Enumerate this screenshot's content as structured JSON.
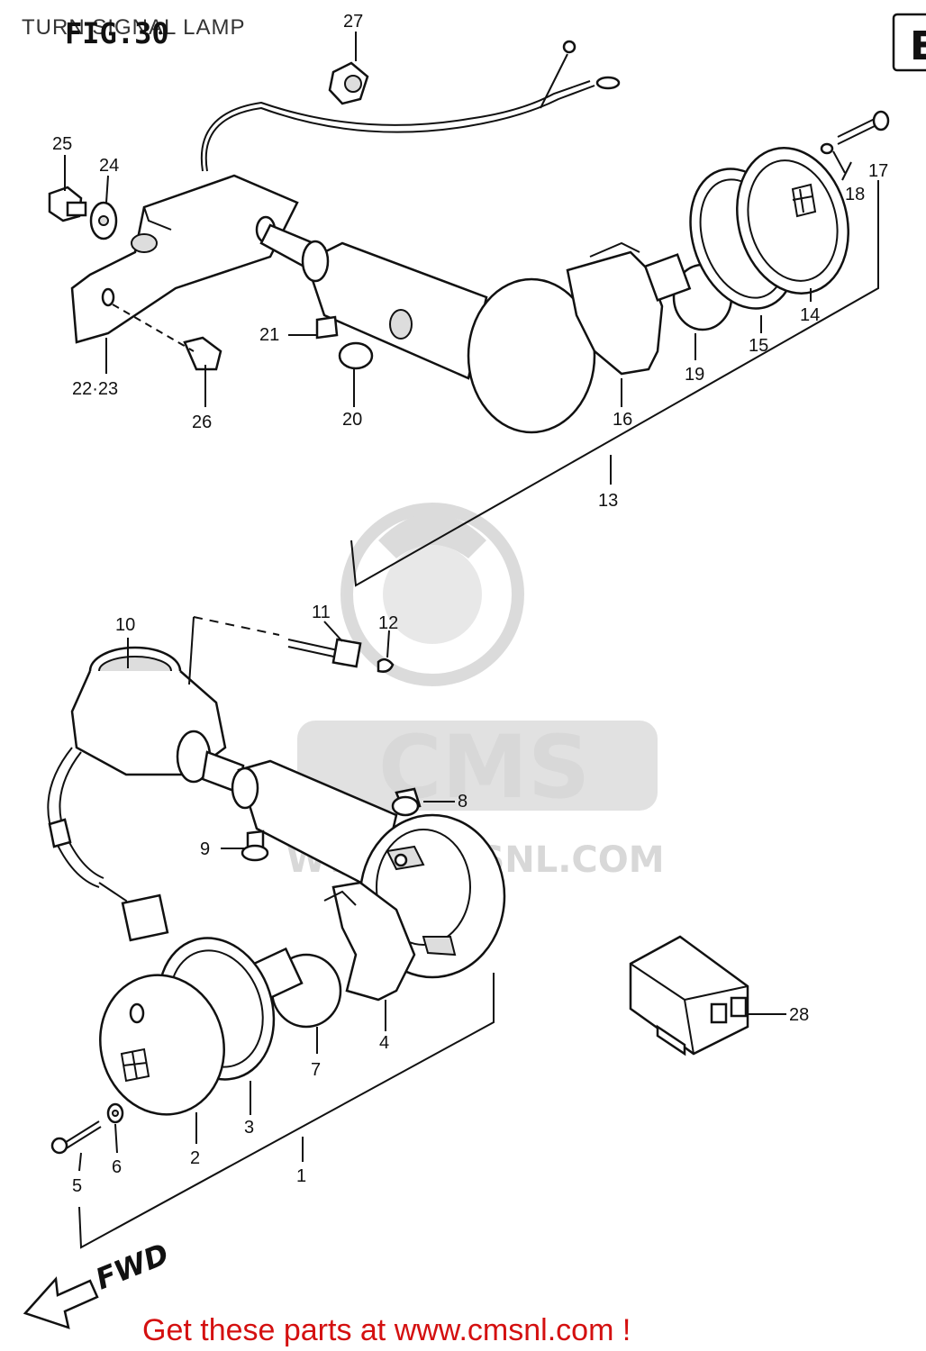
{
  "header": {
    "title": "TURN SIGNAL LAMP",
    "figure": "FIG.30",
    "section_badge": "E"
  },
  "callouts": {
    "p1": "1",
    "p2": "2",
    "p3": "3",
    "p4": "4",
    "p5": "5",
    "p6": "6",
    "p7": "7",
    "p8": "8",
    "p9": "9",
    "p10": "10",
    "p11": "11",
    "p12": "12",
    "p13": "13",
    "p14": "14",
    "p15": "15",
    "p16": "16",
    "p17": "17",
    "p18": "18",
    "p19": "19",
    "p20": "20",
    "p21": "21",
    "p22_23": "22·23",
    "p24": "24",
    "p25": "25",
    "p26": "26",
    "p27": "27",
    "p28": "28"
  },
  "direction": {
    "label": "FWD"
  },
  "watermark": {
    "brand": "CMS",
    "url": "WWW.CMSNL.COM"
  },
  "footer": {
    "promo": "Get these parts at www.cmsnl.com !"
  },
  "colors": {
    "promo": "#d41010",
    "lines": "#111111",
    "watermark": "#d4d4d4"
  }
}
